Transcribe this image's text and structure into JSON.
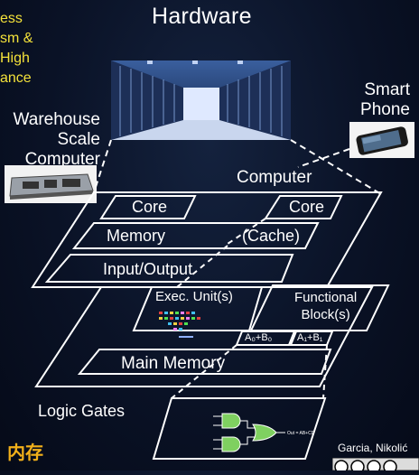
{
  "slide": {
    "title": "Hardware",
    "left_fragment": [
      "ess",
      "sm &",
      "High",
      "ance"
    ],
    "warehouse_label": [
      "Warehouse",
      "Scale",
      "Computer"
    ],
    "smartphone_label": [
      "Smart",
      "Phone"
    ],
    "computer_label": "Computer",
    "core1": "Core",
    "core2": "Core",
    "memory": "Memory",
    "cache": "(Cache)",
    "io": "Input/Output",
    "exec_unit": "Exec. Unit(s)",
    "functional_block": "Functional\nBlock(s)",
    "adder1": "A₀+B₀",
    "adder2": "A₁+B₁",
    "main_memory": "Main Memory",
    "logic_gates": "Logic Gates",
    "chinese": "内存",
    "credit": "Garcia, Nikolić",
    "gate_output": "Out = AB+CD"
  },
  "colors": {
    "background": "#0a1226",
    "accent_yellow": "#f4e23a",
    "chinese_orange": "#f2b01a",
    "line_white": "#ffffff"
  }
}
